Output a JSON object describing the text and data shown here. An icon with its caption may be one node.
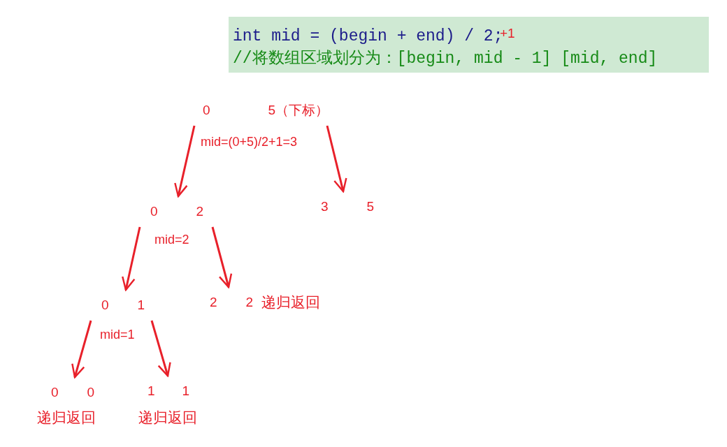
{
  "diagram": {
    "nodes": [
      {
        "text": [
          "int mid = (begin + end) / 2;",
          "+1",
          "//将数组区域划分为：[begin, mid - 1] [mid, end]"
        ]
      },
      {
        "text": [
          "0",
          "5（下标）"
        ],
        "beside": [
          "mid=(0+5)/2+1=3"
        ]
      },
      {
        "text": [
          "0",
          "2"
        ],
        "beside": [
          "mid=2"
        ]
      },
      {
        "text": [
          "3",
          "5"
        ]
      },
      {
        "text": [
          "0",
          "1"
        ],
        "beside": [
          "mid=1"
        ]
      },
      {
        "text": [
          "2",
          "2"
        ],
        "beside": [
          "递归返回"
        ]
      },
      {
        "text": [
          "0",
          "0"
        ],
        "beside": [
          "递归返回"
        ]
      },
      {
        "text": [
          "1",
          "1"
        ],
        "beside": [
          "递归返回"
        ]
      }
    ],
    "edges": [
      {
        "from": 1,
        "to": 2,
        "arrow": "to"
      },
      {
        "from": 1,
        "to": 3,
        "arrow": "to"
      },
      {
        "from": 2,
        "to": 4,
        "arrow": "to"
      },
      {
        "from": 2,
        "to": 5,
        "arrow": "to"
      },
      {
        "from": 4,
        "to": 6,
        "arrow": "to"
      },
      {
        "from": 4,
        "to": 7,
        "arrow": "to"
      }
    ]
  }
}
